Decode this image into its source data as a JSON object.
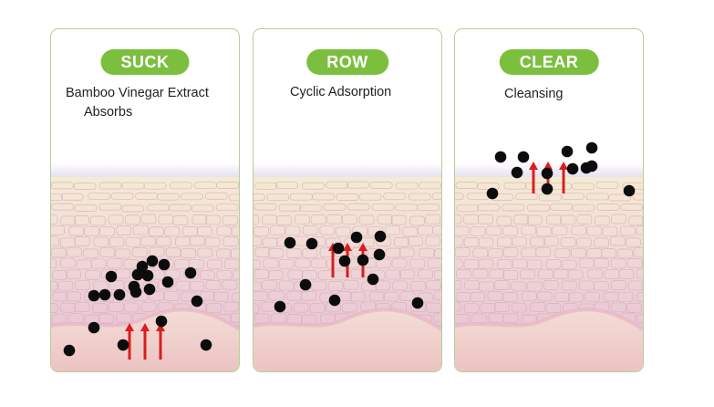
{
  "panels": [
    {
      "badge": "SUCK",
      "caption": [
        "Bamboo Vinegar Extract",
        "Absorbs"
      ],
      "dots": [
        [
          20,
          352
        ],
        [
          47,
          327
        ],
        [
          47,
          292
        ],
        [
          59,
          291
        ],
        [
          66,
          271
        ],
        [
          75,
          291
        ],
        [
          91,
          282
        ],
        [
          95,
          269
        ],
        [
          100,
          260
        ],
        [
          106,
          270
        ],
        [
          108,
          285
        ],
        [
          93,
          288
        ],
        [
          111,
          254
        ],
        [
          124,
          258
        ],
        [
          128,
          277
        ],
        [
          153,
          267
        ],
        [
          160,
          298
        ],
        [
          121,
          320
        ],
        [
          79,
          346
        ],
        [
          170,
          346
        ]
      ],
      "arrows": [
        [
          86,
          362,
          322
        ],
        [
          103,
          362,
          322
        ],
        [
          120,
          362,
          322
        ]
      ]
    },
    {
      "badge": "ROW",
      "caption": [
        "Cyclic Adsorption"
      ],
      "dots": [
        [
          40,
          234
        ],
        [
          64,
          235
        ],
        [
          93,
          240
        ],
        [
          113,
          228
        ],
        [
          139,
          227
        ],
        [
          138,
          247
        ],
        [
          100,
          254
        ],
        [
          120,
          253
        ],
        [
          57,
          280
        ],
        [
          131,
          274
        ],
        [
          89,
          297
        ],
        [
          29,
          304
        ],
        [
          180,
          300
        ]
      ],
      "arrows": [
        [
          87,
          272,
          234
        ],
        [
          103,
          272,
          234
        ],
        [
          120,
          272,
          234
        ]
      ]
    },
    {
      "badge": "CLEAR",
      "caption": [
        "Cleansing"
      ],
      "dots": [
        [
          50,
          140
        ],
        [
          75,
          140
        ],
        [
          68,
          157
        ],
        [
          101,
          158
        ],
        [
          123,
          134
        ],
        [
          150,
          130
        ],
        [
          129,
          153
        ],
        [
          144,
          152
        ],
        [
          150,
          150
        ],
        [
          101,
          175
        ],
        [
          41,
          180
        ],
        [
          191,
          177
        ]
      ],
      "arrows": [
        [
          86,
          180,
          145
        ],
        [
          102,
          180,
          145
        ],
        [
          119,
          180,
          145
        ]
      ]
    }
  ]
}
